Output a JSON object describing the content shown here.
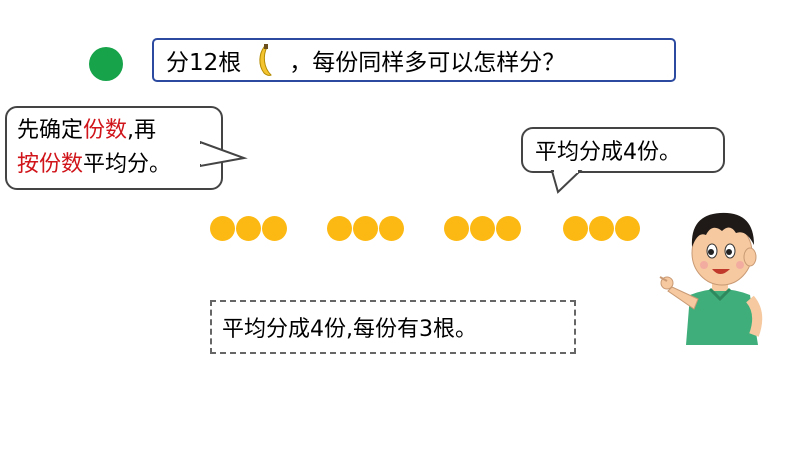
{
  "question": {
    "part1": "分12根",
    "part2": "，每份同样多可以怎样分？"
  },
  "bubble_left": {
    "line1_a": "先确定",
    "line1_b": "份数",
    "line1_c": ",再",
    "line2_a": "按份数",
    "line2_b": "平均分。"
  },
  "bubble_right": {
    "text": "平均分成4份。"
  },
  "answer": {
    "text": "平均分成4份,每份有3根。"
  },
  "dot_groups": [
    3,
    3,
    3,
    3
  ],
  "colors": {
    "green": "#16a34a",
    "dot": "#fdb913",
    "highlight": "#d0141a",
    "box_border": "#2b4aa0"
  },
  "icons": {
    "banana": "banana-icon",
    "boy": "pointing-boy-illustration"
  }
}
